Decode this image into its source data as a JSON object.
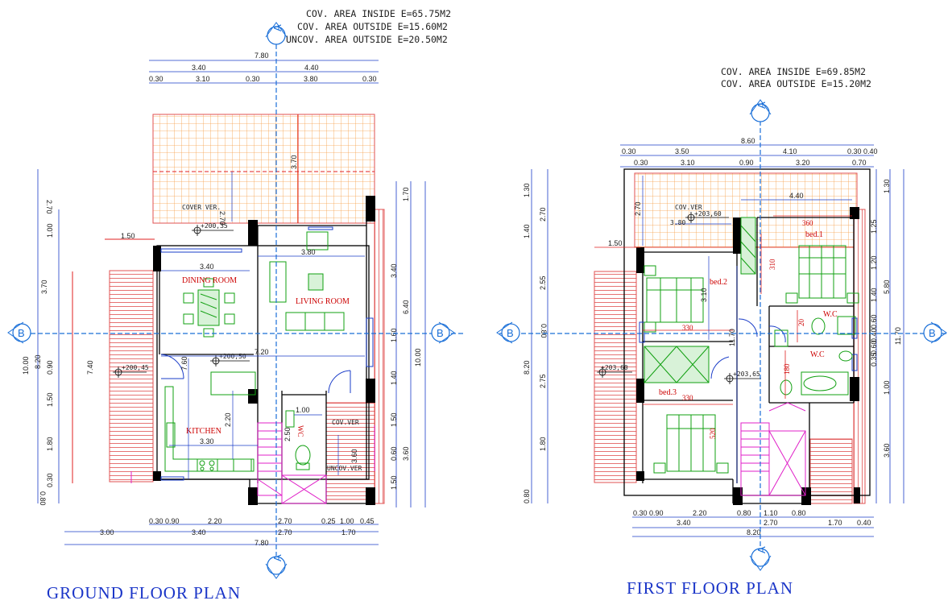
{
  "colors": {
    "wall": "#000000",
    "dim_line": "#1a3cc8",
    "axis": "#1a6fd8",
    "red": "#e02020",
    "hatch": "#f6a04a",
    "furniture": "#12a012",
    "stair": "#e020c8",
    "title": "#1a35c8"
  },
  "ground": {
    "title": "GROUND FLOOR PLAN",
    "areas": [
      "COV. AREA INSIDE E=65.75M2",
      "COV. AREA OUTSIDE E=15.60M2",
      "UNCOV. AREA OUTSIDE E=20.50M2"
    ],
    "rooms": {
      "dining": "DINING ROOM",
      "living": "LIVING ROOM",
      "kitchen": "KITCHEN",
      "wc": "WC",
      "cover_ver": "COVER VER.",
      "cov_ver": "COV.VER",
      "uncov_ver": "UNCOV.VER"
    },
    "levels": [
      "+200,35",
      "+200,45",
      "+200,50"
    ],
    "top_total": "7.80",
    "top_row1": [
      "3.40",
      "4.40"
    ],
    "top_row2": [
      "0.30",
      "3.10",
      "0.30",
      "3.80",
      "0.30"
    ],
    "bottom_row1": [
      "0.30",
      "0.90",
      "2.20",
      "2.70",
      "0.25",
      "1.00",
      "0.45"
    ],
    "bottom_row2": [
      "3.00",
      "3.40",
      "2.70",
      "1.70"
    ],
    "bottom_total": "7.80",
    "left_outer": [
      "2.70",
      "3.70",
      "7.40"
    ],
    "left_mid": [
      "10.00"
    ],
    "left_inner": [
      "1.00",
      "8.20",
      "0.90",
      "1.50",
      "1.80",
      "0.30",
      "0.80"
    ],
    "right_inner": [
      "1.70",
      "3.40",
      "1.60",
      "1.40",
      "1.50",
      "0.60",
      "1.50"
    ],
    "right_mid": [
      "6.40",
      "3.60"
    ],
    "right_outer": [
      "10.00"
    ],
    "interior": [
      "3.70",
      "2.70",
      "1.50",
      "3.40",
      "3.80",
      "7.20",
      "7.60",
      "2.20",
      "3.30",
      "1.00",
      "2.50",
      "3.60"
    ]
  },
  "first": {
    "title": "FIRST FLOOR PLAN",
    "areas": [
      "COV. AREA INSIDE E=69.85M2",
      "COV. AREA OUTSIDE E=15.20M2"
    ],
    "rooms": {
      "bed1": "bed.1",
      "bed2": "bed.2",
      "bed3": "bed.3",
      "wc1": "W.C",
      "wc2": "W.C",
      "cov_ver": "COV.VER"
    },
    "levels": [
      "+203,60",
      "+203,60",
      "+203,65"
    ],
    "top_total": "8.60",
    "top_row1": [
      "0.30",
      "3.50",
      "4.10",
      "0.30",
      "0.40"
    ],
    "top_row2": [
      "0.30",
      "3.10",
      "0.90",
      "3.20",
      "0.70"
    ],
    "bottom_row1": [
      "0.30",
      "0.90",
      "2.20",
      "0.80",
      "1.10",
      "0.80"
    ],
    "bottom_row2": [
      "3.40",
      "2.70",
      "1.70",
      "0.40"
    ],
    "bottom_total": "8.20",
    "left_outer": [
      "1.30",
      "1.40",
      "8.20",
      "0.80"
    ],
    "left_inner": [
      "2.70",
      "2.55",
      "0.80",
      "2.75",
      "1.80"
    ],
    "right_inner": [
      "1.25",
      "1.20",
      "1.40",
      "0.60",
      "0.40",
      "0.35",
      "0.60",
      "1.00"
    ],
    "right_mid": [
      "1.30",
      "5.80",
      "3.60"
    ],
    "right_outer": [
      "11.70"
    ],
    "interior": [
      "4.40",
      "360",
      "310",
      "330",
      "330",
      "3.10",
      "11.70",
      "20",
      "180",
      "520",
      "1.50",
      "2.70",
      "3.80"
    ]
  },
  "axes": {
    "a": "A",
    "b": "B"
  }
}
